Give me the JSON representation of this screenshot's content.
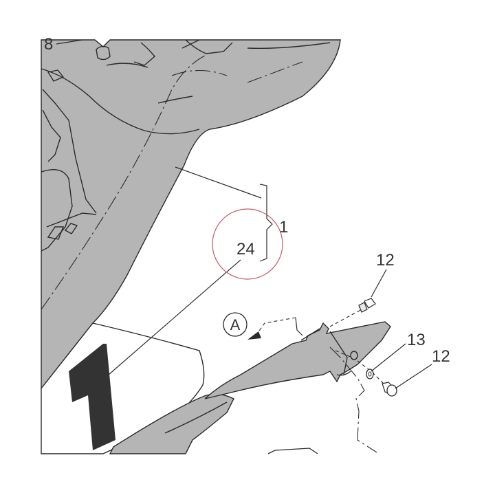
{
  "callouts": {
    "c8": "8",
    "c1": "1",
    "c24": "24",
    "c12_top": "12",
    "c13": "13",
    "c12_bottom": "12"
  },
  "view_marker": "A",
  "decal_number": "1",
  "colors": {
    "panel_fill": "#b5b5b5",
    "line": "#2a2a2a",
    "decal": "#333333",
    "highlight_circle": "#c25a6a"
  }
}
